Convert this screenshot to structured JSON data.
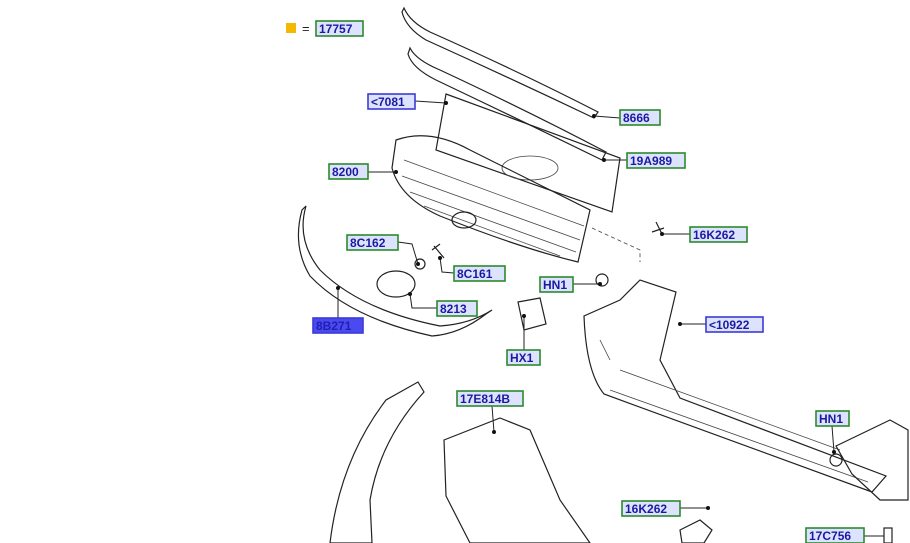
{
  "legend": {
    "marker_color": "#f5b800",
    "equals": "=",
    "part": "17757"
  },
  "callouts": {
    "c7081": "<7081",
    "c8666": "8666",
    "c8200": "8200",
    "c19A989": "19A989",
    "c16K262_top": "16K262",
    "c8C162": "8C162",
    "c8C161": "8C161",
    "cHN1_top": "HN1",
    "c8213": "8213",
    "c8B271": "8B271",
    "c10922": "<10922",
    "cHX1": "HX1",
    "c17E814B": "17E814B",
    "cHN1_right": "HN1",
    "c16K262_bottom": "16K262",
    "c17C756": "17C756"
  },
  "colors": {
    "callout_fill": "#dde3ff",
    "green_border": "#2b8a2b",
    "blue_border": "#3b3bd6",
    "selected_fill": "#4a4af0"
  }
}
